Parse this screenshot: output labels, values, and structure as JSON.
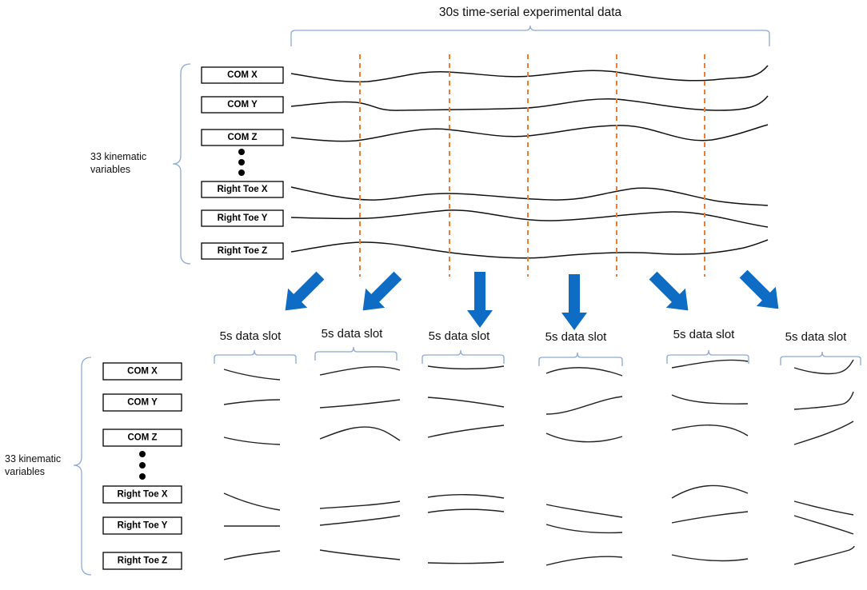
{
  "title": "30s time-serial experimental data",
  "group_label": [
    "33 kinematic",
    "variables"
  ],
  "variables": [
    "COM X",
    "COM Y",
    "COM Z",
    "Right Toe X",
    "Right Toe Y",
    "Right Toe Z"
  ],
  "slot_label": "5s data slot",
  "slot_count": 6,
  "colors": {
    "bracket": "#8ea9d6",
    "divider": "#ed7d31",
    "arrow": "#0f6cc4",
    "curve": "#111111"
  }
}
